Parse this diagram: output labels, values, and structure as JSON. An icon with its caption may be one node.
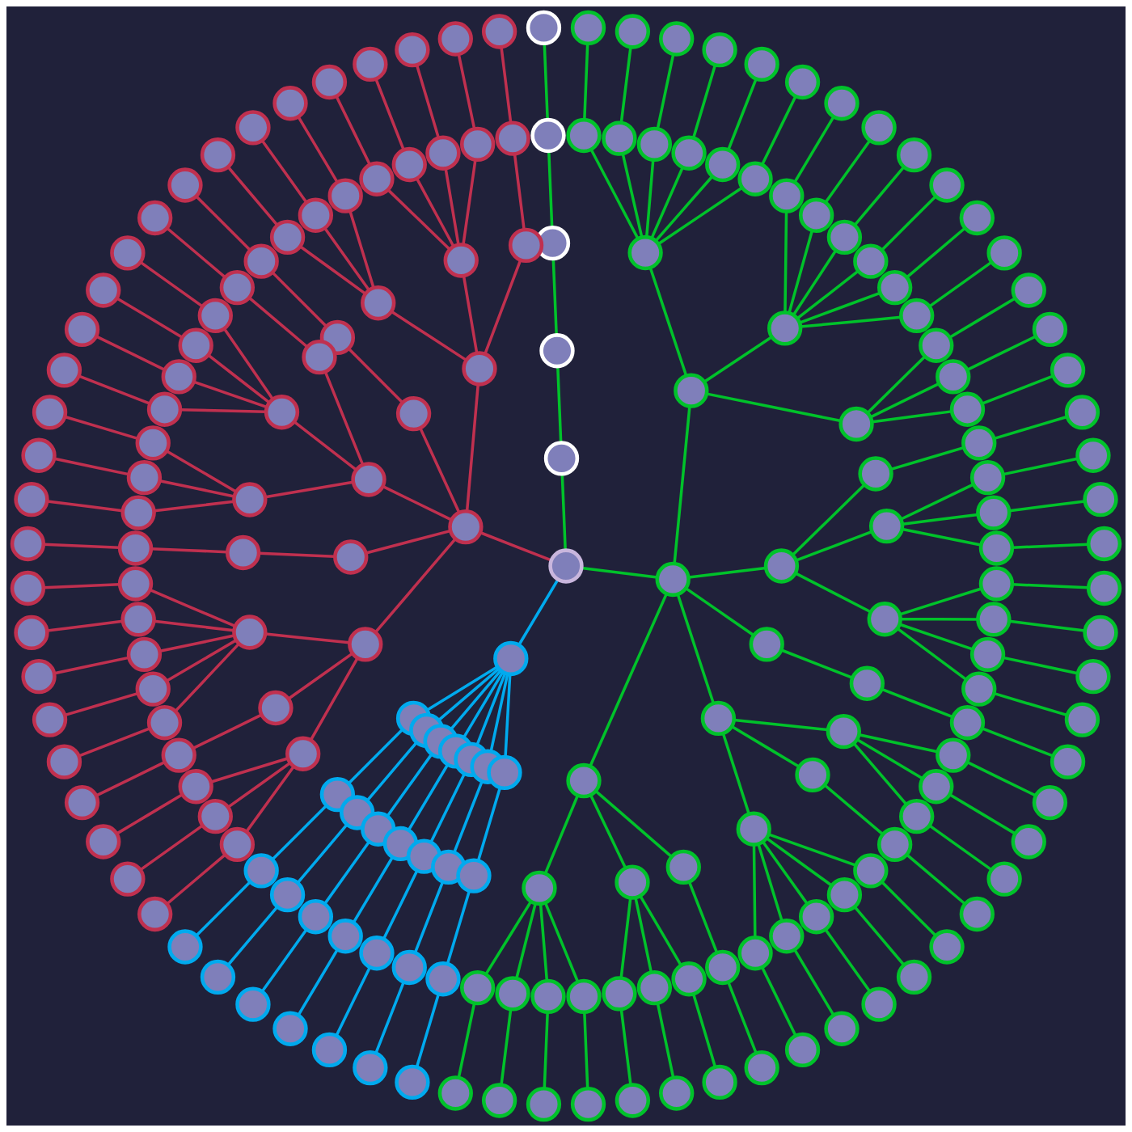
{
  "diagram": {
    "nodes": [
      {
        "text": [],
        "shape": "circle"
      },
      {
        "text": [],
        "shape": "circle"
      },
      {
        "text": [],
        "shape": "circle"
      },
      {
        "text": [],
        "shape": "circle"
      },
      {
        "text": [],
        "shape": "circle"
      },
      {
        "text": [],
        "shape": "circle"
      },
      {
        "text": [],
        "shape": "circle"
      },
      {
        "text": [],
        "shape": "circle"
      },
      {
        "text": [],
        "shape": "circle"
      },
      {
        "text": [],
        "shape": "circle"
      },
      {
        "text": [],
        "shape": "circle"
      },
      {
        "text": [],
        "shape": "circle"
      },
      {
        "text": [],
        "shape": "circle"
      },
      {
        "text": [],
        "shape": "circle"
      },
      {
        "text": [],
        "shape": "circle"
      },
      {
        "text": [],
        "shape": "circle"
      },
      {
        "text": [],
        "shape": "circle"
      },
      {
        "text": [],
        "shape": "circle"
      },
      {
        "text": [],
        "shape": "circle"
      },
      {
        "text": [],
        "shape": "circle"
      },
      {
        "text": [],
        "shape": "circle"
      },
      {
        "text": [],
        "shape": "circle"
      },
      {
        "text": [],
        "shape": "circle"
      },
      {
        "text": [],
        "shape": "circle"
      },
      {
        "text": [],
        "shape": "circle"
      },
      {
        "text": [],
        "shape": "circle"
      },
      {
        "text": [],
        "shape": "circle"
      },
      {
        "text": [],
        "shape": "circle"
      },
      {
        "text": [],
        "shape": "circle"
      },
      {
        "text": [],
        "shape": "circle"
      },
      {
        "text": [],
        "shape": "circle"
      },
      {
        "text": [],
        "shape": "circle"
      },
      {
        "text": [],
        "shape": "circle"
      },
      {
        "text": [],
        "shape": "circle"
      },
      {
        "text": [],
        "shape": "circle"
      },
      {
        "text": [],
        "shape": "circle"
      },
      {
        "text": [],
        "shape": "circle"
      },
      {
        "text": [],
        "shape": "circle"
      },
      {
        "text": [],
        "shape": "circle"
      },
      {
        "text": [],
        "shape": "circle"
      },
      {
        "text": [],
        "shape": "circle"
      },
      {
        "text": [],
        "shape": "circle"
      },
      {
        "text": [],
        "shape": "circle"
      },
      {
        "text": [],
        "shape": "circle"
      },
      {
        "text": [],
        "shape": "circle"
      },
      {
        "text": [],
        "shape": "circle"
      },
      {
        "text": [],
        "shape": "circle"
      },
      {
        "text": [],
        "shape": "circle"
      },
      {
        "text": [],
        "shape": "circle"
      },
      {
        "text": [],
        "shape": "circle"
      },
      {
        "text": [],
        "shape": "circle"
      },
      {
        "text": [],
        "shape": "circle"
      },
      {
        "text": [],
        "shape": "circle"
      },
      {
        "text": [],
        "shape": "circle"
      },
      {
        "text": [],
        "shape": "circle"
      },
      {
        "text": [],
        "shape": "circle"
      },
      {
        "text": [],
        "shape": "circle"
      },
      {
        "text": [],
        "shape": "circle"
      },
      {
        "text": [],
        "shape": "circle"
      },
      {
        "text": [],
        "shape": "circle"
      },
      {
        "text": [],
        "shape": "circle"
      },
      {
        "text": [],
        "shape": "circle"
      },
      {
        "text": [],
        "shape": "circle"
      },
      {
        "text": [],
        "shape": "circle"
      },
      {
        "text": [],
        "shape": "circle"
      },
      {
        "text": [],
        "shape": "circle"
      },
      {
        "text": [],
        "shape": "circle"
      },
      {
        "text": [],
        "shape": "circle"
      },
      {
        "text": [],
        "shape": "circle"
      },
      {
        "text": [],
        "shape": "circle"
      },
      {
        "text": [],
        "shape": "circle"
      },
      {
        "text": [],
        "shape": "circle"
      },
      {
        "text": [],
        "shape": "circle"
      },
      {
        "text": [],
        "shape": "circle"
      },
      {
        "text": [],
        "shape": "circle"
      },
      {
        "text": [],
        "shape": "circle"
      },
      {
        "text": [],
        "shape": "circle"
      },
      {
        "text": [],
        "shape": "circle"
      },
      {
        "text": [],
        "shape": "circle"
      },
      {
        "text": [],
        "shape": "circle"
      },
      {
        "text": [],
        "shape": "circle"
      },
      {
        "text": [],
        "shape": "circle"
      },
      {
        "text": [],
        "shape": "circle"
      },
      {
        "text": [],
        "shape": "circle"
      },
      {
        "text": [],
        "shape": "circle"
      },
      {
        "text": [],
        "shape": "circle"
      },
      {
        "text": [],
        "shape": "circle"
      },
      {
        "text": [],
        "shape": "circle"
      },
      {
        "text": [],
        "shape": "circle"
      },
      {
        "text": [],
        "shape": "circle"
      },
      {
        "text": [],
        "shape": "circle"
      },
      {
        "text": [],
        "shape": "circle"
      },
      {
        "text": [],
        "shape": "circle"
      },
      {
        "text": [],
        "shape": "circle"
      },
      {
        "text": [],
        "shape": "circle"
      },
      {
        "text": [],
        "shape": "circle"
      },
      {
        "text": [],
        "shape": "circle"
      },
      {
        "text": [],
        "shape": "circle"
      },
      {
        "text": [],
        "shape": "circle"
      },
      {
        "text": [],
        "shape": "circle"
      },
      {
        "text": [],
        "shape": "circle"
      },
      {
        "text": [],
        "shape": "circle"
      },
      {
        "text": [],
        "shape": "circle"
      },
      {
        "text": [],
        "shape": "circle"
      },
      {
        "text": [],
        "shape": "circle"
      },
      {
        "text": [],
        "shape": "circle"
      },
      {
        "text": [],
        "shape": "circle"
      },
      {
        "text": [],
        "shape": "circle"
      },
      {
        "text": [],
        "shape": "circle"
      },
      {
        "text": [],
        "shape": "circle"
      },
      {
        "text": [],
        "shape": "circle"
      },
      {
        "text": [],
        "shape": "circle"
      },
      {
        "text": [],
        "shape": "circle"
      },
      {
        "text": [],
        "shape": "circle"
      },
      {
        "text": [],
        "shape": "circle"
      },
      {
        "text": [],
        "shape": "circle"
      },
      {
        "text": [],
        "shape": "circle"
      },
      {
        "text": [],
        "shape": "circle"
      },
      {
        "text": [],
        "shape": "circle"
      },
      {
        "text": [],
        "shape": "circle"
      },
      {
        "text": [],
        "shape": "circle"
      },
      {
        "text": [],
        "shape": "circle"
      },
      {
        "text": [],
        "shape": "circle"
      },
      {
        "text": [],
        "shape": "circle"
      },
      {
        "text": [],
        "shape": "circle"
      },
      {
        "text": [],
        "shape": "circle"
      },
      {
        "text": [],
        "shape": "circle"
      },
      {
        "text": [],
        "shape": "circle"
      },
      {
        "text": [],
        "shape": "circle"
      },
      {
        "text": [],
        "shape": "circle"
      },
      {
        "text": [],
        "shape": "circle"
      },
      {
        "text": [],
        "shape": "circle"
      },
      {
        "text": [],
        "shape": "circle"
      },
      {
        "text": [],
        "shape": "circle"
      },
      {
        "text": [],
        "shape": "circle"
      },
      {
        "text": [],
        "shape": "circle"
      },
      {
        "text": [],
        "shape": "circle"
      },
      {
        "text": [],
        "shape": "circle"
      },
      {
        "text": [],
        "shape": "circle"
      },
      {
        "text": [],
        "shape": "circle"
      },
      {
        "text": [],
        "shape": "circle"
      },
      {
        "text": [],
        "shape": "circle"
      },
      {
        "text": [],
        "shape": "circle"
      },
      {
        "text": [],
        "shape": "circle"
      },
      {
        "text": [],
        "shape": "circle"
      },
      {
        "text": [],
        "shape": "circle"
      },
      {
        "text": [],
        "shape": "circle"
      },
      {
        "text": [],
        "shape": "circle"
      },
      {
        "text": [],
        "shape": "circle"
      },
      {
        "text": [],
        "shape": "circle"
      },
      {
        "text": [],
        "shape": "circle"
      },
      {
        "text": [],
        "shape": "circle"
      },
      {
        "text": [],
        "shape": "circle"
      },
      {
        "text": [],
        "shape": "circle"
      },
      {
        "text": [],
        "shape": "circle"
      },
      {
        "text": [],
        "shape": "circle"
      },
      {
        "text": [],
        "shape": "circle"
      },
      {
        "text": [],
        "shape": "circle"
      },
      {
        "text": [],
        "shape": "circle"
      },
      {
        "text": [],
        "shape": "circle"
      },
      {
        "text": [],
        "shape": "circle"
      },
      {
        "text": [],
        "shape": "circle"
      },
      {
        "text": [],
        "shape": "circle"
      },
      {
        "text": [],
        "shape": "circle"
      },
      {
        "text": [],
        "shape": "circle"
      },
      {
        "text": [],
        "shape": "circle"
      },
      {
        "text": [],
        "shape": "circle"
      },
      {
        "text": [],
        "shape": "circle"
      },
      {
        "text": [],
        "shape": "circle"
      },
      {
        "text": [],
        "shape": "circle"
      },
      {
        "text": [],
        "shape": "circle"
      },
      {
        "text": [],
        "shape": "circle"
      },
      {
        "text": [],
        "shape": "circle"
      },
      {
        "text": [],
        "shape": "circle"
      },
      {
        "text": [],
        "shape": "circle"
      },
      {
        "text": [],
        "shape": "circle"
      },
      {
        "text": [],
        "shape": "circle"
      },
      {
        "text": [],
        "shape": "circle"
      },
      {
        "text": [],
        "shape": "circle"
      },
      {
        "text": [],
        "shape": "circle"
      },
      {
        "text": [],
        "shape": "circle"
      },
      {
        "text": [],
        "shape": "circle"
      },
      {
        "text": [],
        "shape": "circle"
      },
      {
        "text": [],
        "shape": "circle"
      },
      {
        "text": [],
        "shape": "circle"
      },
      {
        "text": [],
        "shape": "circle"
      },
      {
        "text": [],
        "shape": "circle"
      },
      {
        "text": [],
        "shape": "circle"
      },
      {
        "text": [],
        "shape": "circle"
      },
      {
        "text": [],
        "shape": "circle"
      },
      {
        "text": [],
        "shape": "circle"
      },
      {
        "text": [],
        "shape": "circle"
      },
      {
        "text": [],
        "shape": "circle"
      },
      {
        "text": [],
        "shape": "circle"
      },
      {
        "text": [],
        "shape": "circle"
      },
      {
        "text": [],
        "shape": "circle"
      },
      {
        "text": [],
        "shape": "circle"
      },
      {
        "text": [],
        "shape": "circle"
      },
      {
        "text": [],
        "shape": "circle"
      },
      {
        "text": [],
        "shape": "circle"
      },
      {
        "text": [],
        "shape": "circle"
      },
      {
        "text": [],
        "shape": "circle"
      },
      {
        "text": [],
        "shape": "circle"
      },
      {
        "text": [],
        "shape": "circle"
      },
      {
        "text": [],
        "shape": "circle"
      },
      {
        "text": [],
        "shape": "circle"
      },
      {
        "text": [],
        "shape": "circle"
      }
    ],
    "edges": [
      {
        "from": 0,
        "to": 1,
        "arrow": "none"
      },
      {
        "from": 1,
        "to": 2,
        "arrow": "none"
      },
      {
        "from": 2,
        "to": 3,
        "arrow": "none"
      },
      {
        "from": 3,
        "to": 4,
        "arrow": "none"
      },
      {
        "from": 4,
        "to": 5,
        "arrow": "none"
      },
      {
        "from": 0,
        "to": 6,
        "arrow": "none",
        "color": "#c0304f"
      },
      {
        "from": 6,
        "to": 7,
        "arrow": "none",
        "color": "#c0304f"
      },
      {
        "from": 7,
        "to": 8,
        "arrow": "none",
        "color": "#c0304f"
      },
      {
        "from": 8,
        "to": 9,
        "arrow": "none",
        "color": "#c0304f"
      },
      {
        "from": 9,
        "to": 10,
        "arrow": "none",
        "color": "#c0304f"
      },
      {
        "from": 7,
        "to": 11,
        "arrow": "none",
        "color": "#c0304f"
      },
      {
        "from": 11,
        "to": 12,
        "arrow": "none",
        "color": "#c0304f"
      },
      {
        "from": 12,
        "to": 13,
        "arrow": "none",
        "color": "#c0304f"
      },
      {
        "from": 11,
        "to": 14,
        "arrow": "none",
        "color": "#c0304f"
      },
      {
        "from": 14,
        "to": 15,
        "arrow": "none",
        "color": "#c0304f"
      },
      {
        "from": 11,
        "to": 16,
        "arrow": "none",
        "color": "#c0304f"
      },
      {
        "from": 16,
        "to": 17,
        "arrow": "none",
        "color": "#c0304f"
      },
      {
        "from": 11,
        "to": 18,
        "arrow": "none",
        "color": "#c0304f"
      },
      {
        "from": 18,
        "to": 19,
        "arrow": "none",
        "color": "#c0304f"
      },
      {
        "from": 7,
        "to": 20,
        "arrow": "none",
        "color": "#c0304f"
      },
      {
        "from": 20,
        "to": 21,
        "arrow": "none",
        "color": "#c0304f"
      },
      {
        "from": 21,
        "to": 22,
        "arrow": "none",
        "color": "#c0304f"
      },
      {
        "from": 20,
        "to": 23,
        "arrow": "none",
        "color": "#c0304f"
      },
      {
        "from": 23,
        "to": 24,
        "arrow": "none",
        "color": "#c0304f"
      },
      {
        "from": 20,
        "to": 25,
        "arrow": "none",
        "color": "#c0304f"
      },
      {
        "from": 25,
        "to": 26,
        "arrow": "none",
        "color": "#c0304f"
      },
      {
        "from": 6,
        "to": 27,
        "arrow": "none",
        "color": "#c0304f"
      },
      {
        "from": 27,
        "to": 28,
        "arrow": "none",
        "color": "#c0304f"
      },
      {
        "from": 28,
        "to": 29,
        "arrow": "none",
        "color": "#c0304f"
      },
      {
        "from": 29,
        "to": 30,
        "arrow": "none",
        "color": "#c0304f"
      },
      {
        "from": 6,
        "to": 31,
        "arrow": "none",
        "color": "#c0304f"
      },
      {
        "from": 31,
        "to": 32,
        "arrow": "none",
        "color": "#c0304f"
      },
      {
        "from": 32,
        "to": 33,
        "arrow": "none",
        "color": "#c0304f"
      },
      {
        "from": 33,
        "to": 34,
        "arrow": "none",
        "color": "#c0304f"
      },
      {
        "from": 31,
        "to": 35,
        "arrow": "none",
        "color": "#c0304f"
      },
      {
        "from": 35,
        "to": 36,
        "arrow": "none",
        "color": "#c0304f"
      },
      {
        "from": 36,
        "to": 37,
        "arrow": "none",
        "color": "#c0304f"
      },
      {
        "from": 35,
        "to": 38,
        "arrow": "none",
        "color": "#c0304f"
      },
      {
        "from": 38,
        "to": 39,
        "arrow": "none",
        "color": "#c0304f"
      },
      {
        "from": 35,
        "to": 40,
        "arrow": "none",
        "color": "#c0304f"
      },
      {
        "from": 40,
        "to": 41,
        "arrow": "none",
        "color": "#c0304f"
      },
      {
        "from": 35,
        "to": 42,
        "arrow": "none",
        "color": "#c0304f"
      },
      {
        "from": 42,
        "to": 43,
        "arrow": "none",
        "color": "#c0304f"
      },
      {
        "from": 31,
        "to": 44,
        "arrow": "none",
        "color": "#c0304f"
      },
      {
        "from": 44,
        "to": 45,
        "arrow": "none",
        "color": "#c0304f"
      },
      {
        "from": 45,
        "to": 46,
        "arrow": "none",
        "color": "#c0304f"
      },
      {
        "from": 44,
        "to": 47,
        "arrow": "none",
        "color": "#c0304f"
      },
      {
        "from": 47,
        "to": 48,
        "arrow": "none",
        "color": "#c0304f"
      },
      {
        "from": 44,
        "to": 49,
        "arrow": "none",
        "color": "#c0304f"
      },
      {
        "from": 49,
        "to": 50,
        "arrow": "none",
        "color": "#c0304f"
      },
      {
        "from": 6,
        "to": 51,
        "arrow": "none",
        "color": "#c0304f"
      },
      {
        "from": 51,
        "to": 52,
        "arrow": "none",
        "color": "#c0304f"
      },
      {
        "from": 52,
        "to": 53,
        "arrow": "none",
        "color": "#c0304f"
      },
      {
        "from": 53,
        "to": 54,
        "arrow": "none",
        "color": "#c0304f"
      },
      {
        "from": 6,
        "to": 55,
        "arrow": "none",
        "color": "#c0304f"
      },
      {
        "from": 55,
        "to": 56,
        "arrow": "none",
        "color": "#c0304f"
      },
      {
        "from": 56,
        "to": 57,
        "arrow": "none",
        "color": "#c0304f"
      },
      {
        "from": 57,
        "to": 58,
        "arrow": "none",
        "color": "#c0304f"
      },
      {
        "from": 56,
        "to": 59,
        "arrow": "none",
        "color": "#c0304f"
      },
      {
        "from": 59,
        "to": 60,
        "arrow": "none",
        "color": "#c0304f"
      },
      {
        "from": 56,
        "to": 61,
        "arrow": "none",
        "color": "#c0304f"
      },
      {
        "from": 61,
        "to": 62,
        "arrow": "none",
        "color": "#c0304f"
      },
      {
        "from": 56,
        "to": 63,
        "arrow": "none",
        "color": "#c0304f"
      },
      {
        "from": 63,
        "to": 64,
        "arrow": "none",
        "color": "#c0304f"
      },
      {
        "from": 56,
        "to": 65,
        "arrow": "none",
        "color": "#c0304f"
      },
      {
        "from": 65,
        "to": 66,
        "arrow": "none",
        "color": "#c0304f"
      },
      {
        "from": 55,
        "to": 67,
        "arrow": "none",
        "color": "#c0304f"
      },
      {
        "from": 67,
        "to": 68,
        "arrow": "none",
        "color": "#c0304f"
      },
      {
        "from": 68,
        "to": 69,
        "arrow": "none",
        "color": "#c0304f"
      },
      {
        "from": 55,
        "to": 70,
        "arrow": "none",
        "color": "#c0304f"
      },
      {
        "from": 70,
        "to": 71,
        "arrow": "none",
        "color": "#c0304f"
      },
      {
        "from": 71,
        "to": 72,
        "arrow": "none",
        "color": "#c0304f"
      },
      {
        "from": 70,
        "to": 73,
        "arrow": "none",
        "color": "#c0304f"
      },
      {
        "from": 73,
        "to": 74,
        "arrow": "none",
        "color": "#c0304f"
      },
      {
        "from": 70,
        "to": 75,
        "arrow": "none",
        "color": "#c0304f"
      },
      {
        "from": 75,
        "to": 76,
        "arrow": "none",
        "color": "#c0304f"
      },
      {
        "from": 0,
        "to": 178,
        "arrow": "none",
        "color": "#00aaee"
      },
      {
        "from": 178,
        "to": 179,
        "arrow": "none",
        "color": "#00aaee"
      },
      {
        "from": 179,
        "to": 180,
        "arrow": "none",
        "color": "#00aaee"
      },
      {
        "from": 180,
        "to": 181,
        "arrow": "none",
        "color": "#00aaee"
      },
      {
        "from": 181,
        "to": 182,
        "arrow": "none",
        "color": "#00aaee"
      },
      {
        "from": 178,
        "to": 183,
        "arrow": "none",
        "color": "#00aaee"
      },
      {
        "from": 183,
        "to": 184,
        "arrow": "none",
        "color": "#00aaee"
      },
      {
        "from": 184,
        "to": 185,
        "arrow": "none",
        "color": "#00aaee"
      },
      {
        "from": 185,
        "to": 186,
        "arrow": "none",
        "color": "#00aaee"
      },
      {
        "from": 178,
        "to": 187,
        "arrow": "none",
        "color": "#00aaee"
      },
      {
        "from": 187,
        "to": 188,
        "arrow": "none",
        "color": "#00aaee"
      },
      {
        "from": 188,
        "to": 189,
        "arrow": "none",
        "color": "#00aaee"
      },
      {
        "from": 189,
        "to": 190,
        "arrow": "none",
        "color": "#00aaee"
      },
      {
        "from": 178,
        "to": 191,
        "arrow": "none",
        "color": "#00aaee"
      },
      {
        "from": 191,
        "to": 192,
        "arrow": "none",
        "color": "#00aaee"
      },
      {
        "from": 192,
        "to": 193,
        "arrow": "none",
        "color": "#00aaee"
      },
      {
        "from": 193,
        "to": 194,
        "arrow": "none",
        "color": "#00aaee"
      },
      {
        "from": 178,
        "to": 195,
        "arrow": "none",
        "color": "#00aaee"
      },
      {
        "from": 195,
        "to": 196,
        "arrow": "none",
        "color": "#00aaee"
      },
      {
        "from": 196,
        "to": 197,
        "arrow": "none",
        "color": "#00aaee"
      },
      {
        "from": 197,
        "to": 198,
        "arrow": "none",
        "color": "#00aaee"
      },
      {
        "from": 178,
        "to": 199,
        "arrow": "none",
        "color": "#00aaee"
      },
      {
        "from": 199,
        "to": 200,
        "arrow": "none",
        "color": "#00aaee"
      },
      {
        "from": 200,
        "to": 201,
        "arrow": "none",
        "color": "#00aaee"
      },
      {
        "from": 201,
        "to": 202,
        "arrow": "none",
        "color": "#00aaee"
      },
      {
        "from": 178,
        "to": 203,
        "arrow": "none",
        "color": "#00aaee"
      },
      {
        "from": 203,
        "to": 204,
        "arrow": "none",
        "color": "#00aaee"
      },
      {
        "from": 204,
        "to": 205,
        "arrow": "none",
        "color": "#00aaee"
      },
      {
        "from": 205,
        "to": 206,
        "arrow": "none",
        "color": "#00aaee"
      },
      {
        "from": 0,
        "to": 77,
        "arrow": "none"
      },
      {
        "from": 77,
        "to": 78,
        "arrow": "none"
      },
      {
        "from": 78,
        "to": 79,
        "arrow": "none"
      },
      {
        "from": 79,
        "to": 80,
        "arrow": "none"
      },
      {
        "from": 80,
        "to": 81,
        "arrow": "none"
      },
      {
        "from": 79,
        "to": 82,
        "arrow": "none"
      },
      {
        "from": 82,
        "to": 83,
        "arrow": "none"
      },
      {
        "from": 79,
        "to": 84,
        "arrow": "none"
      },
      {
        "from": 84,
        "to": 85,
        "arrow": "none"
      },
      {
        "from": 79,
        "to": 86,
        "arrow": "none"
      },
      {
        "from": 86,
        "to": 87,
        "arrow": "none"
      },
      {
        "from": 78,
        "to": 88,
        "arrow": "none"
      },
      {
        "from": 88,
        "to": 89,
        "arrow": "none"
      },
      {
        "from": 89,
        "to": 90,
        "arrow": "none"
      },
      {
        "from": 88,
        "to": 91,
        "arrow": "none"
      },
      {
        "from": 91,
        "to": 92,
        "arrow": "none"
      },
      {
        "from": 88,
        "to": 93,
        "arrow": "none"
      },
      {
        "from": 93,
        "to": 94,
        "arrow": "none"
      },
      {
        "from": 78,
        "to": 95,
        "arrow": "none"
      },
      {
        "from": 95,
        "to": 96,
        "arrow": "none"
      },
      {
        "from": 96,
        "to": 97,
        "arrow": "none"
      },
      {
        "from": 77,
        "to": 98,
        "arrow": "none"
      },
      {
        "from": 98,
        "to": 99,
        "arrow": "none"
      },
      {
        "from": 99,
        "to": 100,
        "arrow": "none"
      },
      {
        "from": 100,
        "to": 101,
        "arrow": "none"
      },
      {
        "from": 99,
        "to": 102,
        "arrow": "none"
      },
      {
        "from": 102,
        "to": 103,
        "arrow": "none"
      },
      {
        "from": 99,
        "to": 104,
        "arrow": "none"
      },
      {
        "from": 104,
        "to": 105,
        "arrow": "none"
      },
      {
        "from": 99,
        "to": 106,
        "arrow": "none"
      },
      {
        "from": 106,
        "to": 107,
        "arrow": "none"
      },
      {
        "from": 99,
        "to": 108,
        "arrow": "none"
      },
      {
        "from": 108,
        "to": 109,
        "arrow": "none"
      },
      {
        "from": 98,
        "to": 110,
        "arrow": "none"
      },
      {
        "from": 110,
        "to": 111,
        "arrow": "none"
      },
      {
        "from": 111,
        "to": 112,
        "arrow": "none"
      },
      {
        "from": 98,
        "to": 113,
        "arrow": "none"
      },
      {
        "from": 113,
        "to": 114,
        "arrow": "none"
      },
      {
        "from": 114,
        "to": 115,
        "arrow": "none"
      },
      {
        "from": 113,
        "to": 116,
        "arrow": "none"
      },
      {
        "from": 116,
        "to": 117,
        "arrow": "none"
      },
      {
        "from": 113,
        "to": 118,
        "arrow": "none"
      },
      {
        "from": 118,
        "to": 119,
        "arrow": "none"
      },
      {
        "from": 77,
        "to": 120,
        "arrow": "none"
      },
      {
        "from": 120,
        "to": 121,
        "arrow": "none"
      },
      {
        "from": 121,
        "to": 122,
        "arrow": "none"
      },
      {
        "from": 122,
        "to": 123,
        "arrow": "none"
      },
      {
        "from": 77,
        "to": 124,
        "arrow": "none"
      },
      {
        "from": 124,
        "to": 125,
        "arrow": "none"
      },
      {
        "from": 125,
        "to": 126,
        "arrow": "none"
      },
      {
        "from": 126,
        "to": 127,
        "arrow": "none"
      },
      {
        "from": 125,
        "to": 128,
        "arrow": "none"
      },
      {
        "from": 128,
        "to": 129,
        "arrow": "none"
      },
      {
        "from": 125,
        "to": 130,
        "arrow": "none"
      },
      {
        "from": 130,
        "to": 131,
        "arrow": "none"
      },
      {
        "from": 125,
        "to": 132,
        "arrow": "none"
      },
      {
        "from": 132,
        "to": 133,
        "arrow": "none"
      },
      {
        "from": 124,
        "to": 134,
        "arrow": "none"
      },
      {
        "from": 134,
        "to": 135,
        "arrow": "none"
      },
      {
        "from": 135,
        "to": 136,
        "arrow": "none"
      },
      {
        "from": 134,
        "to": 137,
        "arrow": "none"
      },
      {
        "from": 137,
        "to": 138,
        "arrow": "none"
      },
      {
        "from": 134,
        "to": 139,
        "arrow": "none"
      },
      {
        "from": 139,
        "to": 140,
        "arrow": "none"
      },
      {
        "from": 124,
        "to": 141,
        "arrow": "none"
      },
      {
        "from": 141,
        "to": 142,
        "arrow": "none"
      },
      {
        "from": 142,
        "to": 143,
        "arrow": "none"
      },
      {
        "from": 77,
        "to": 144,
        "arrow": "none"
      },
      {
        "from": 144,
        "to": 145,
        "arrow": "none"
      },
      {
        "from": 145,
        "to": 146,
        "arrow": "none"
      },
      {
        "from": 146,
        "to": 147,
        "arrow": "none"
      },
      {
        "from": 145,
        "to": 148,
        "arrow": "none"
      },
      {
        "from": 148,
        "to": 149,
        "arrow": "none"
      },
      {
        "from": 145,
        "to": 150,
        "arrow": "none"
      },
      {
        "from": 150,
        "to": 151,
        "arrow": "none"
      },
      {
        "from": 144,
        "to": 152,
        "arrow": "none"
      },
      {
        "from": 152,
        "to": 153,
        "arrow": "none"
      },
      {
        "from": 153,
        "to": 154,
        "arrow": "none"
      },
      {
        "from": 152,
        "to": 155,
        "arrow": "none"
      },
      {
        "from": 155,
        "to": 156,
        "arrow": "none"
      },
      {
        "from": 152,
        "to": 157,
        "arrow": "none"
      },
      {
        "from": 157,
        "to": 158,
        "arrow": "none"
      },
      {
        "from": 152,
        "to": 159,
        "arrow": "none"
      },
      {
        "from": 159,
        "to": 160,
        "arrow": "none"
      },
      {
        "from": 152,
        "to": 161,
        "arrow": "none"
      },
      {
        "from": 161,
        "to": 162,
        "arrow": "none"
      },
      {
        "from": 152,
        "to": 163,
        "arrow": "none"
      },
      {
        "from": 163,
        "to": 164,
        "arrow": "none"
      },
      {
        "from": 144,
        "to": 165,
        "arrow": "none"
      },
      {
        "from": 165,
        "to": 166,
        "arrow": "none"
      },
      {
        "from": 166,
        "to": 167,
        "arrow": "none"
      },
      {
        "from": 165,
        "to": 168,
        "arrow": "none"
      },
      {
        "from": 168,
        "to": 169,
        "arrow": "none"
      },
      {
        "from": 165,
        "to": 170,
        "arrow": "none"
      },
      {
        "from": 170,
        "to": 171,
        "arrow": "none"
      },
      {
        "from": 165,
        "to": 172,
        "arrow": "none"
      },
      {
        "from": 172,
        "to": 173,
        "arrow": "none"
      },
      {
        "from": 165,
        "to": 174,
        "arrow": "none"
      },
      {
        "from": 174,
        "to": 175,
        "arrow": "none"
      },
      {
        "from": 165,
        "to": 176,
        "arrow": "none"
      },
      {
        "from": 176,
        "to": 177,
        "arrow": "none"
      }
    ]
  }
}
